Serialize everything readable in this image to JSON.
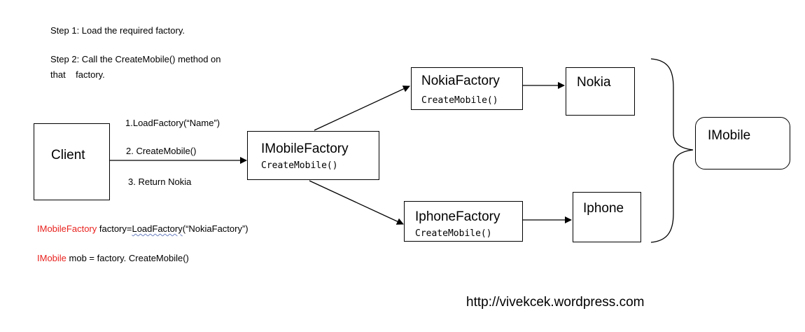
{
  "steps": {
    "step1": "Step 1:  Load the required factory.",
    "step2_line1": "Step 2:  Call the CreateMobile() method on",
    "step2_line2": "that    factory."
  },
  "client": {
    "label": "Client"
  },
  "arrows": {
    "load": "1.LoadFactory(“Name”)",
    "create": "2. CreateMobile()",
    "return": "3. Return Nokia"
  },
  "imobile_factory": {
    "title": "IMobileFactory",
    "method": "CreateMobile()"
  },
  "nokia_factory": {
    "title": "NokiaFactory",
    "method": "CreateMobile()"
  },
  "iphone_factory": {
    "title": "IphoneFactory",
    "method": "CreateMobile()"
  },
  "nokia": {
    "label": "Nokia"
  },
  "iphone": {
    "label": "Iphone"
  },
  "imobile": {
    "label": "IMobile"
  },
  "code": {
    "line1_type": "IMobileFactory",
    "line1_rest_a": " factory=",
    "line1_func": "LoadFactory",
    "line1_rest_b": "(“NokiaFactory”)",
    "line2_type": "IMobile",
    "line2_rest": " mob = factory. CreateMobile()"
  },
  "footer": {
    "url": "http://vivekcek.wordpress.com"
  }
}
